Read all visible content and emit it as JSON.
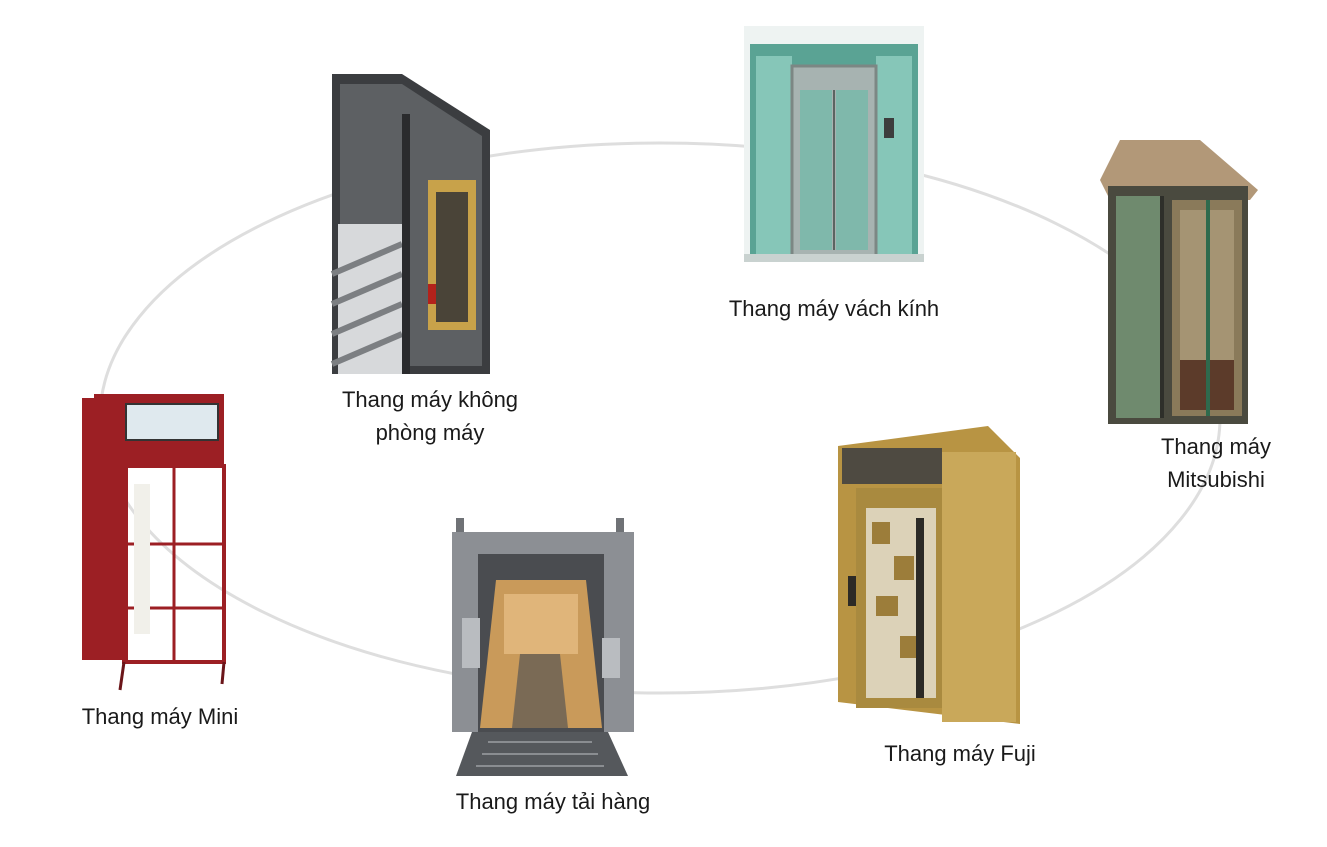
{
  "items": [
    {
      "id": "kinh",
      "label": "Thang máy vách kính",
      "image": "glass-wall-elevator-illustration"
    },
    {
      "id": "khong-phong-may",
      "label": "Thang máy không\nphòng máy",
      "image": "machine-roomless-elevator-illustration"
    },
    {
      "id": "mitsubishi",
      "label": "Thang máy\nMitsubishi",
      "image": "mitsubishi-elevator-illustration"
    },
    {
      "id": "mini",
      "label": "Thang máy Mini",
      "image": "mini-elevator-illustration"
    },
    {
      "id": "fuji",
      "label": "Thang máy Fuji",
      "image": "fuji-elevator-illustration"
    },
    {
      "id": "tai-hang",
      "label": "Thang máy tải hàng",
      "image": "freight-elevator-illustration"
    }
  ],
  "colors": {
    "ring": "#dedede",
    "label": "#1a1a1a",
    "glass": "#6fb3a6",
    "steel": "#8c8f94",
    "gold": "#c8a24a",
    "red": "#9c1f24",
    "dark": "#3b3d40"
  }
}
